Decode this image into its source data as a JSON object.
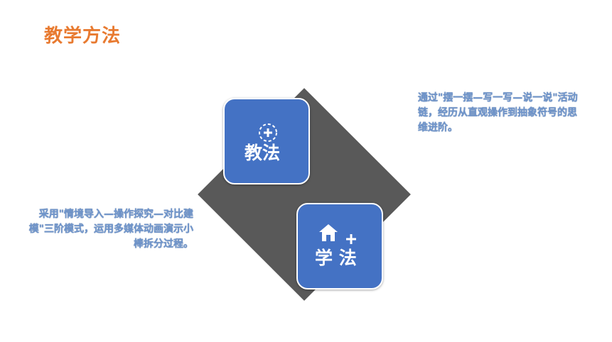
{
  "title": "教学方法",
  "teach_card": {
    "label": "教法",
    "icon": "plus-circle-icon"
  },
  "learn_card": {
    "label": "学 法",
    "icon": "house-icon"
  },
  "desc_right": "通过\"摆一摆—写一写—说一说\"活动链，经历从直观操作到抽象符号的思维进阶。",
  "desc_left": "采用\"情境导入—操作探究—对比建模\"三阶模式，运用多媒体动画演示小棒拆分过程。",
  "colors": {
    "title": "#E87A30",
    "card": "#4472C4",
    "diamond": "#595959",
    "desc_text": "#6F95CC"
  }
}
